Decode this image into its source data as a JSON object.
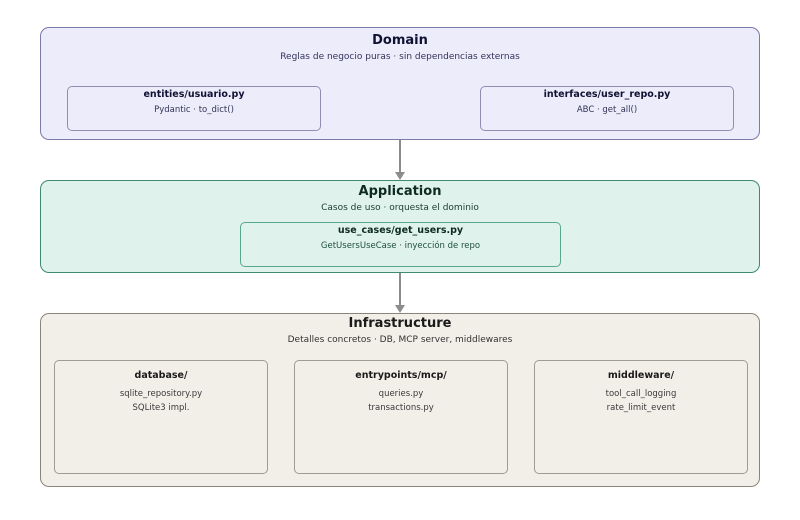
{
  "layers": {
    "domain": {
      "title": "Domain",
      "subtitle": "Reglas de negocio puras · sin dependencias externas",
      "modules": [
        {
          "title": "entities/usuario.py",
          "lines": [
            "Pydantic · to_dict()"
          ]
        },
        {
          "title": "interfaces/user_repo.py",
          "lines": [
            "ABC · get_all()"
          ]
        }
      ]
    },
    "application": {
      "title": "Application",
      "subtitle": "Casos de uso · orquesta el dominio",
      "modules": [
        {
          "title": "use_cases/get_users.py",
          "lines": [
            "GetUsersUseCase · inyección de repo"
          ]
        }
      ]
    },
    "infrastructure": {
      "title": "Infrastructure",
      "subtitle": "Detalles concretos · DB, MCP server, middlewares",
      "modules": [
        {
          "title": "database/",
          "lines": [
            "sqlite_repository.py",
            "SQLite3 impl."
          ]
        },
        {
          "title": "entrypoints/mcp/",
          "lines": [
            "queries.py",
            "transactions.py"
          ]
        },
        {
          "title": "middleware/",
          "lines": [
            "tool_call_logging",
            "rate_limit_event"
          ]
        }
      ]
    }
  },
  "colors": {
    "domain_fill": "#ececfb",
    "application_fill": "#dff2ec",
    "infrastructure_fill": "#f2efe8",
    "arrow": "#8c8c8c"
  }
}
